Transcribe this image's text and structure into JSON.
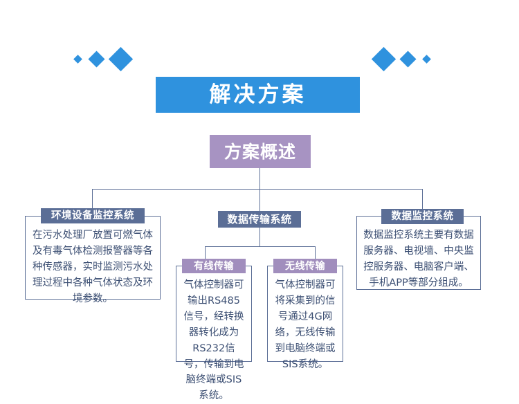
{
  "header": {
    "title": "解决方案",
    "plate_color": "#2f92de",
    "diamonds_left": [
      "small",
      "medium",
      "large"
    ],
    "diamonds_right": [
      "large",
      "medium",
      "small"
    ]
  },
  "diagram": {
    "root": {
      "label": "方案概述",
      "color": "#a793c2"
    },
    "branches": [
      {
        "chip": "环境设备监控系统",
        "chip_color": "#5b6e96",
        "body": "在污水处理厂放置可燃气体及有毒气体检测报警器等各种传感器，实时监测污水处理过程中各种气体状态及环境参数。"
      },
      {
        "chip": "数据传输系统",
        "chip_color": "#5b6e96",
        "body": ""
      },
      {
        "chip": "数据监控系统",
        "chip_color": "#5b6e96",
        "body": "数据监控系统主要有数据服务器、电视墙、中央监控服务器、电脑客户端、手机APP等部分组成。"
      }
    ],
    "sub_branches": [
      {
        "chip": "有线传输",
        "chip_color": "#a18ebd",
        "body": "气体控制器可输出RS485信号，经转换器转化成为RS232信号，传输到电脑终端或SIS系统。"
      },
      {
        "chip": "无线传输",
        "chip_color": "#a18ebd",
        "body": "气体控制器可将采集到的信号通过4G网络，无线传输到电脑终端或SIS系统。"
      }
    ],
    "line_color": "#5b6e96",
    "text_color": "#3c4f73"
  }
}
